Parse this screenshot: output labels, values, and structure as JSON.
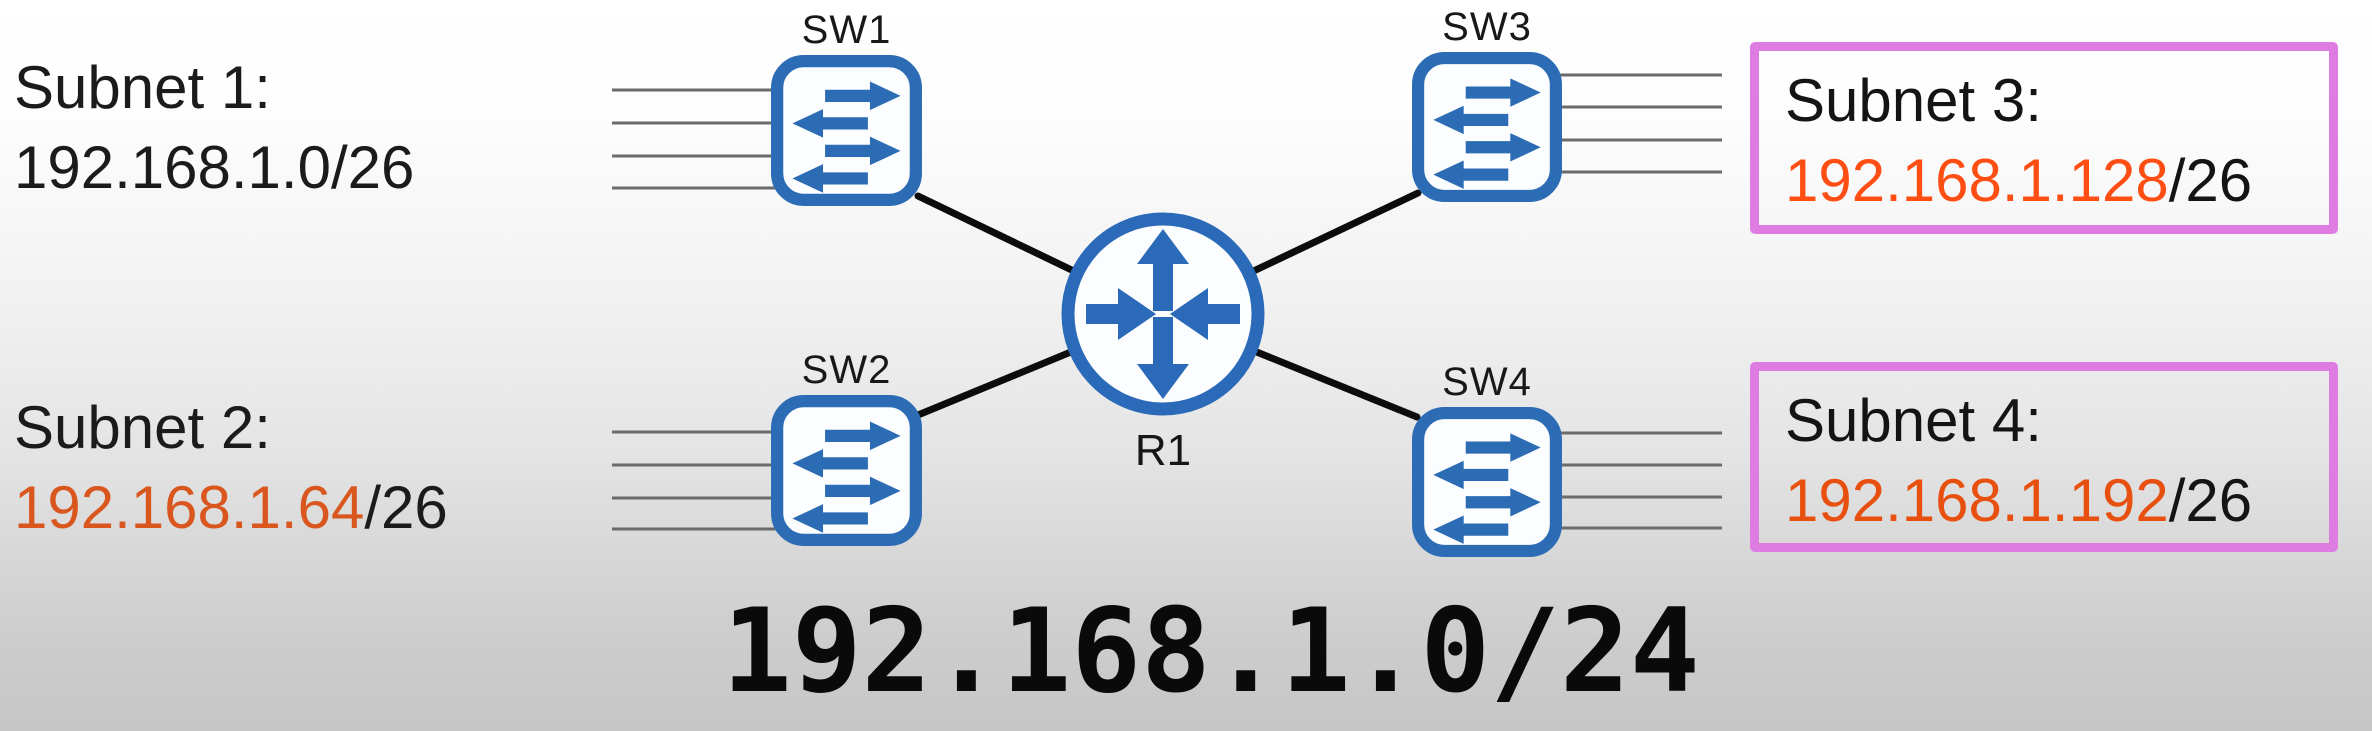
{
  "network": {
    "cidr": "192.168.1.0/24"
  },
  "subnets": [
    {
      "name": "Subnet 1:",
      "ip": "192.168.1.0",
      "mask": "/26",
      "ip_color": "#1b1b1b",
      "boxed": false,
      "switch": "SW1"
    },
    {
      "name": "Subnet 2:",
      "ip": "192.168.1.64",
      "mask": "/26",
      "ip_color": "#d9571e",
      "boxed": false,
      "switch": "SW2"
    },
    {
      "name": "Subnet 3:",
      "ip": "192.168.1.128",
      "mask": "/26",
      "ip_color": "#ff4e14",
      "boxed": true,
      "switch": "SW3"
    },
    {
      "name": "Subnet 4:",
      "ip": "192.168.1.192",
      "mask": "/26",
      "ip_color": "#e8500f",
      "boxed": true,
      "switch": "SW4"
    }
  ],
  "devices": {
    "switches": [
      {
        "label": "SW1",
        "host_lines": 4
      },
      {
        "label": "SW2",
        "host_lines": 4
      },
      {
        "label": "SW3",
        "host_lines": 4
      },
      {
        "label": "SW4",
        "host_lines": 4
      }
    ],
    "router": {
      "label": "R1"
    }
  },
  "links": [
    "R1-SW1",
    "R1-SW2",
    "R1-SW3",
    "R1-SW4"
  ],
  "colors": {
    "device_blue": "#2c6cb5",
    "router_blue": "#2b6ab8",
    "subnet_box_border": "#df7ce1",
    "link_line": "#0c0c0c",
    "host_line": "#6b6b6b",
    "cidr_text": "#0a0a0a"
  }
}
